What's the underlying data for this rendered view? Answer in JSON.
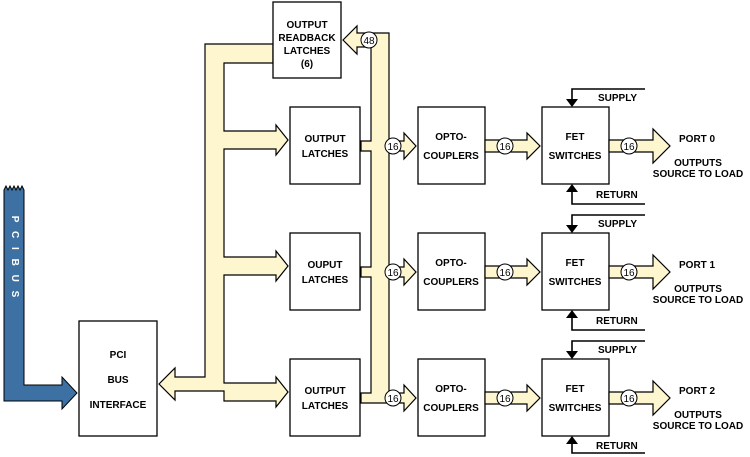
{
  "colors": {
    "bus_fill": "#fdf6cf",
    "pci_bus_fill": "#3e71a3",
    "outline": "#000000"
  },
  "pci_bus": {
    "label": "P C I  B U S"
  },
  "interface": {
    "line1": "PCI",
    "line2": "BUS",
    "line3": "INTERFACE"
  },
  "readback": {
    "line1": "OUTPUT",
    "line2": "READBACK",
    "line3": "LATCHES",
    "line4": "(6)",
    "width_badge": "48"
  },
  "channels": [
    {
      "latch_line1": "OUTPUT",
      "latch_line2": "LATCHES",
      "opto_line1": "OPTO-",
      "opto_line2": "COUPLERS",
      "fet_line1": "FET",
      "fet_line2": "SWITCHES",
      "supply": "SUPPLY",
      "return": "RETURN",
      "port": "PORT 0",
      "outputs_line1": "OUTPUTS",
      "outputs_line2": "SOURCE TO LOAD",
      "badge_latch": "16",
      "badge_opto": "16",
      "badge_fet": "16"
    },
    {
      "latch_line1": "OUPUT",
      "latch_line2": "LATCHES",
      "opto_line1": "OPTO-",
      "opto_line2": "COUPLERS",
      "fet_line1": "FET",
      "fet_line2": "SWITCHES",
      "supply": "SUPPLY",
      "return": "RETURN",
      "port": "PORT 1",
      "outputs_line1": "OUTPUTS",
      "outputs_line2": "SOURCE TO LOAD",
      "badge_latch": "16",
      "badge_opto": "16",
      "badge_fet": "16"
    },
    {
      "latch_line1": "OUTPUT",
      "latch_line2": "LATCHES",
      "opto_line1": "OPTO-",
      "opto_line2": "COUPLERS",
      "fet_line1": "FET",
      "fet_line2": "SWITCHES",
      "supply": "SUPPLY",
      "return": "RETURN",
      "port": "PORT 2",
      "outputs_line1": "OUTPUTS",
      "outputs_line2": "SOURCE TO LOAD",
      "badge_latch": "16",
      "badge_opto": "16",
      "badge_fet": "16"
    }
  ]
}
